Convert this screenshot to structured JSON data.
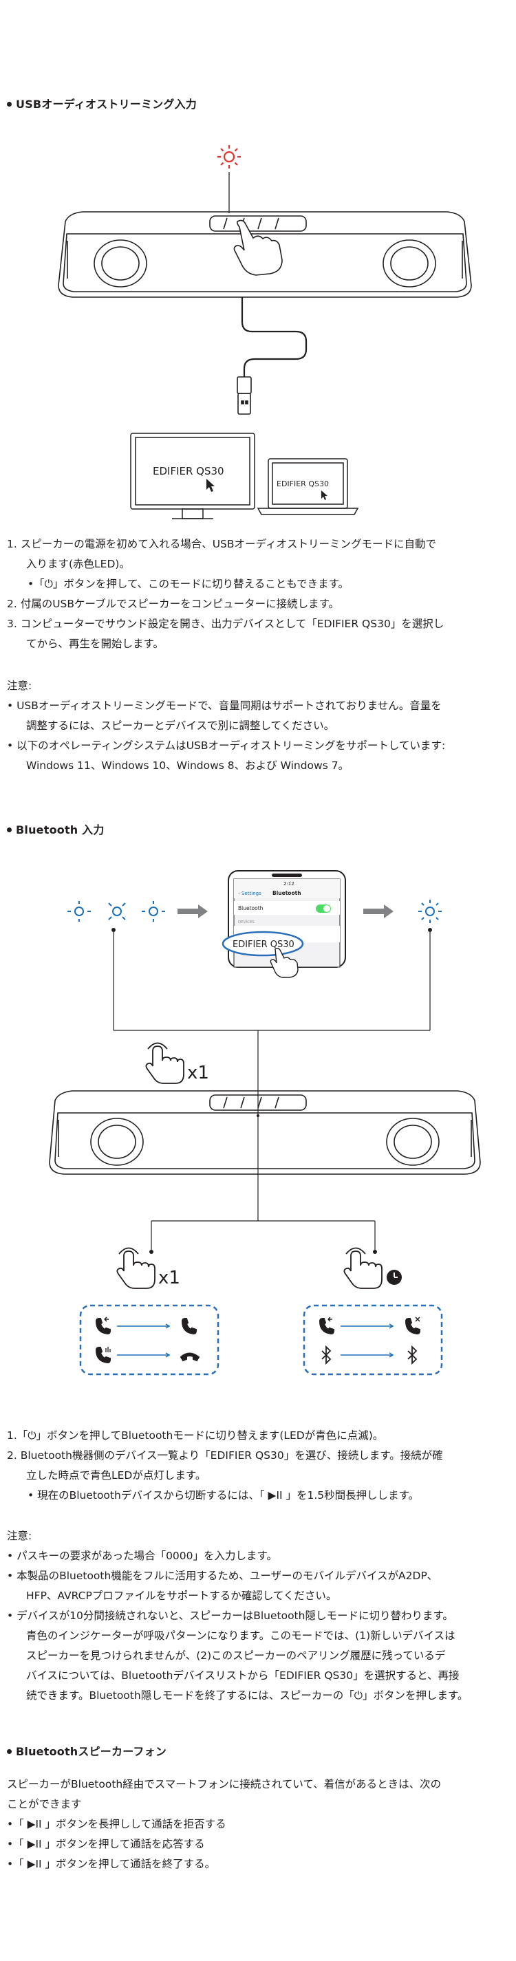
{
  "usb": {
    "heading": "USBオーディオストリーミング入力",
    "monitor_label": "EDIFIER QS30",
    "laptop_label": "EDIFIER QS30",
    "steps": [
      "1. スピーカーの電源を初めて入れる場合、USBオーディオストリーミングモードに自動で",
      "入ります(赤色LED)。",
      "•「⏻」ボタンを押して、このモードに切り替えることもできます。",
      "2. 付属のUSBケーブルでスピーカーをコンピューターに接続します。",
      "3. コンピューターでサウンド設定を開き、出力デバイスとして「EDIFIER QS30」を選択し",
      "てから、再生を開始します。"
    ],
    "note_title": "注意:",
    "notes": [
      "• USBオーディオストリーミングモードで、音量同期はサポートされておりません。音量を",
      "調整するには、スピーカーとデバイスで別に調整してください。",
      "• 以下のオペレーティングシステムはUSBオーディオストリーミングをサポートしています:",
      "Windows 11、Windows 10、Windows 8、および Windows 7。"
    ]
  },
  "bluetooth": {
    "heading": "Bluetooth 入力",
    "phone": {
      "time": "2:12",
      "back": "Settings",
      "title": "Bluetooth",
      "row_label": "Bluetooth",
      "section": "DEVICES",
      "device": "EDIFIER QS30"
    },
    "press_count_top": "x1",
    "press_count_left": "x1",
    "steps": [
      "1.「⏻」ボタンを押してBluetoothモードに切り替えます(LEDが青色に点滅)。",
      "2. Bluetooth機器側のデバイス一覧より「EDIFIER QS30」を選び、接続します。接続が確",
      "立した時点で青色LEDが点灯します。",
      "• 現在のBluetoothデバイスから切断するには、「 ▶II 」を1.5秒間長押しします。"
    ],
    "note_title": "注意:",
    "notes": [
      "• パスキーの要求があった場合「0000」を入力します。",
      "• 本製品のBluetooth機能をフルに活用するため、ユーザーのモバイルデバイスがA2DP、",
      "HFP、AVRCPプロファイルをサポートするか確認してください。",
      "• デバイスが10分間接続されないと、スピーカーはBluetooth隠しモードに切り替わります。",
      "青色のインジケーターが呼吸パターンになります。このモードでは、(1)新しいデバイスは",
      "スピーカーを見つけられませんが、(2)このスピーカーのペアリング履歴に残っているデ",
      "バイスについては、Bluetoothデバイスリストから「EDIFIER QS30」を選択すると、再接",
      "続できます。Bluetooth隠しモードを終了するには、スピーカーの「⏻」ボタンを押します。"
    ]
  },
  "phone_call": {
    "heading": "Bluetoothスピーカーフォン",
    "intro": [
      "スピーカーがBluetooth経由でスマートフォンに接続されていて、着信があるときは、次の",
      "ことができます"
    ],
    "items": [
      "•「 ▶II 」ボタンを長押しして通話を拒否する",
      "•「 ▶II 」ボタンを押して通話を応答する",
      "•「 ▶II 」ボタンを押して通話を終了する。"
    ]
  },
  "colors": {
    "text": "#231f20",
    "red_led": "#e5322d",
    "blue_led": "#1a6fb8",
    "dash_blue": "#2a6ebb",
    "green_toggle": "#4cd964"
  }
}
